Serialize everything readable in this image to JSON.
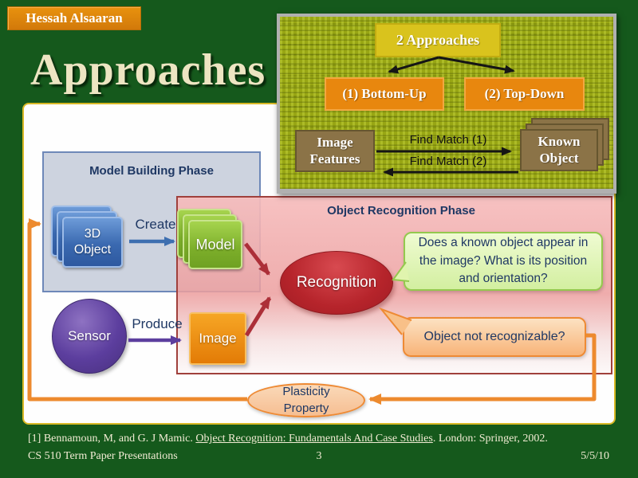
{
  "slide": {
    "badge": "Hessah Alsaaran",
    "title": "Approaches",
    "colors": {
      "background_green": "#15591C",
      "panel_gold_border": "#D9B926",
      "texture_green": "#98A614",
      "box_yellow": "#D9C31D",
      "box_orange": "#E8870E",
      "box_brown": "#8B7347",
      "box_blue": "#3A69B0",
      "box_green": "#7CAE2A",
      "recognition_red": "#B6242B",
      "sensor_purple": "#5C3E9E",
      "loop_orange": "#ED8A2E",
      "label_navy": "#1F3864"
    }
  },
  "approaches_diagram": {
    "root": "2 Approaches",
    "bottom_up": "(1) Bottom-Up",
    "top_down": "(2) Top-Down",
    "image_features": "Image Features",
    "known_object": "Known Object",
    "find_match_1": "Find Match (1)",
    "find_match_2": "Find Match (2)"
  },
  "model_building": {
    "title": "Model Building Phase",
    "object_3d": "3D Object",
    "create_label": "Create",
    "model": "Model"
  },
  "recognition_phase": {
    "title": "Object Recognition Phase",
    "recognition": "Recognition",
    "question_known": "Does a known object appear in the image? What is its position and orientation?",
    "question_unrecognizable": "Object not recognizable?"
  },
  "sensing": {
    "sensor": "Sensor",
    "produce_label": "Produce",
    "image": "Image"
  },
  "plasticity": {
    "label": "Plasticity Property"
  },
  "footer": {
    "citation_prefix": "[1] Bennamoun, M, and G. J Mamic. ",
    "citation_link": "Object Recognition: Fundamentals And Case Studies",
    "citation_suffix": ". London: Springer, 2002.",
    "course": "CS 510 Term Paper Presentations",
    "page_number": "3",
    "date": "5/5/10"
  }
}
